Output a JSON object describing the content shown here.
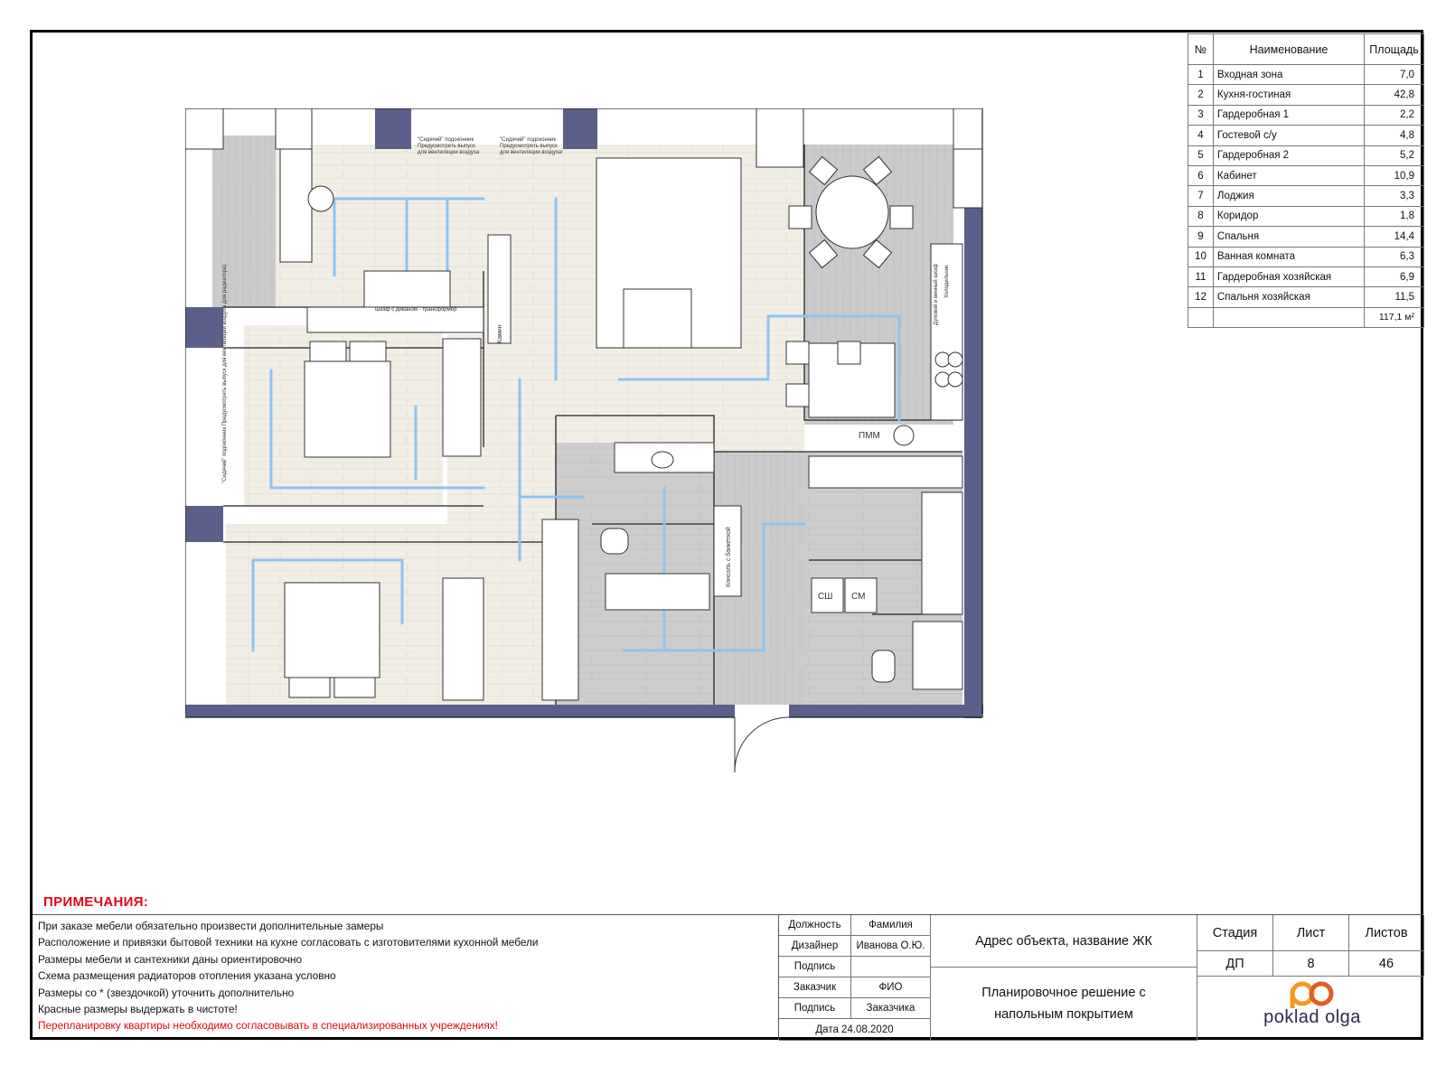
{
  "room_table": {
    "headers": {
      "num": "№",
      "name": "Наименование",
      "area": "Площадь"
    },
    "rows": [
      {
        "num": "1",
        "name": "Входная зона",
        "area": "7,0"
      },
      {
        "num": "2",
        "name": "Кухня-гостиная",
        "area": "42,8"
      },
      {
        "num": "3",
        "name": "Гардеробная 1",
        "area": "2,2"
      },
      {
        "num": "4",
        "name": "Гостевой с/у",
        "area": "4,8"
      },
      {
        "num": "5",
        "name": "Гардеробная 2",
        "area": "5,2"
      },
      {
        "num": "6",
        "name": "Кабинет",
        "area": "10,9"
      },
      {
        "num": "7",
        "name": "Лоджия",
        "area": "3,3"
      },
      {
        "num": "8",
        "name": "Коридор",
        "area": "1,8"
      },
      {
        "num": "9",
        "name": "Спальня",
        "area": "14,4"
      },
      {
        "num": "10",
        "name": "Ванная комната",
        "area": "6,3"
      },
      {
        "num": "11",
        "name": "Гардеробная хозяйская",
        "area": "6,9"
      },
      {
        "num": "12",
        "name": "Спальня хозяйская",
        "area": "11,5"
      }
    ],
    "total": "117,1 м²"
  },
  "plan_labels": {
    "sill_1": "\"Сидячий\" подоконник",
    "sill_1b": "Предусмотреть выпуск",
    "sill_1c": "для вентиляции воздуха",
    "sill_2": "\"Сидячий\" подоконник",
    "sill_2b": "Предусмотреть выпуск",
    "sill_2c": "для вентиляции воздуха!",
    "sofa_bed": "Шкаф с диваном - трансформер",
    "fireplace": "Камин",
    "pmm": "ПММ",
    "fridge": "Холодильник",
    "oven": "Духовой и винный шкаф",
    "console": "Консоль с банкеткой",
    "washer": "СМ",
    "dryer": "СШ",
    "sill_3": "\"Сидячий\" подоконник Предусмотреть выпуск для вентиляции воздуха для радиатора)"
  },
  "notes": {
    "title": "ПРИМЕЧАНИЯ:",
    "lines": [
      "При заказе мебели обязательно произвести дополнительные замеры",
      "Расположение и привязки бытовой техники на кухне согласовать с изготовителями кухонной мебели",
      "Размеры мебели и сантехники даны ориентировочно",
      "Схема размещения радиаторов отопления указана условно",
      "Размеры со * (звездочкой) уточнить дополнительно",
      "Красные размеры выдержать в чистоте!"
    ],
    "warning": "Перепланировку квартиры необходимо согласовывать в специализированных учреждениях!"
  },
  "stamp": {
    "role_header": "Должность",
    "name_header": "Фамилия",
    "designer": "Дизайнер",
    "designer_name": "Иванова О.Ю.",
    "sign_1": "Подпись",
    "customer": "Заказчик",
    "customer_name": "ФИО",
    "sign_2": "Подпись",
    "customer_sign": "Заказчика",
    "date": "Дата 24.08.2020",
    "address": "Адрес объекта, название ЖК",
    "sheet_title": "Планировочное решение с напольным покрытием",
    "stage_header": "Стадия",
    "sheet_header": "Лист",
    "sheets_header": "Листов",
    "stage": "ДП",
    "sheet": "8",
    "sheets": "46",
    "logo_text": "poklad olga"
  },
  "colors": {
    "wall": "#5b5f8a",
    "floor_tile": "#f1eee6",
    "floor_wood": "#c9c9c9",
    "heating": "#8ec3f2",
    "accent_red": "#e30613",
    "logo_orange": "#f39a1e"
  }
}
